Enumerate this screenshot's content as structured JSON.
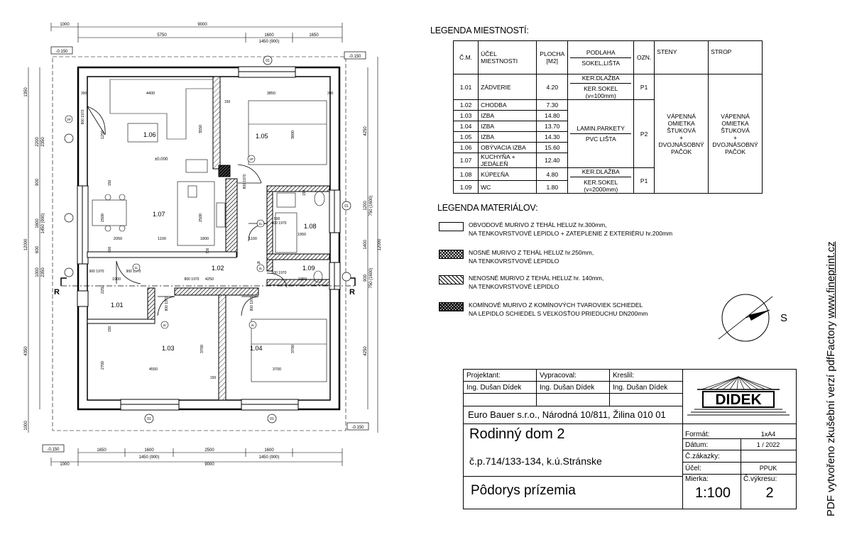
{
  "plan": {
    "top_dims_total": "9000",
    "top_dims_left": "1000",
    "top_dims_parts": [
      "5750",
      "1600",
      "1650"
    ],
    "top_dims_window": "1450 (900)",
    "bottom_dims_parts": [
      "1650",
      "1600",
      "2500",
      "1600"
    ],
    "bottom_dims_window": "1450 (900)",
    "bottom_dims_total": "9000",
    "bottom_dims_left": "1000",
    "left_dims_total": "12000",
    "left_dims_top": "1350",
    "left_dims_parts": [
      "2200",
      "2350",
      "900",
      "1600",
      "1450 (900)",
      "600",
      "1000",
      "2350",
      "4350"
    ],
    "left_dims_bottom": "1000",
    "right_dims_parts": [
      "4250",
      "1200",
      "750 (1600)",
      "1400",
      "900",
      "750 (1600)",
      "4250"
    ],
    "right_dims_total": "12000",
    "levels": [
      "-0.150",
      "-0.150",
      "-0.150",
      "-0.150"
    ],
    "axes": [
      "01",
      "01",
      "01",
      "01"
    ],
    "section_marks": [
      "R",
      "R"
    ],
    "floor_level": "±0.000",
    "rooms": [
      {
        "id": "1.06"
      },
      {
        "id": "1.05"
      },
      {
        "id": "1.07"
      },
      {
        "id": "1.08"
      },
      {
        "id": "1.02"
      },
      {
        "id": "1.09"
      },
      {
        "id": "1.01"
      },
      {
        "id": "1.03"
      },
      {
        "id": "1.04"
      }
    ],
    "inner_dims": [
      "4400",
      "3850",
      "3550",
      "3800",
      "2500",
      "2500",
      "2050",
      "1100",
      "1800",
      "1100",
      "1950",
      "1900",
      "4250",
      "1950",
      "4550",
      "3700",
      "3700",
      "3700",
      "2700",
      "1250",
      "2250"
    ],
    "door_labels": [
      "800 1970",
      "800 1970",
      "800 1970",
      "900 1970",
      "900 1970",
      "600 1970",
      "600 1970",
      "800 1970",
      "800 1970"
    ],
    "door_tags": [
      "2P",
      "2L",
      "2L",
      "1L",
      "1L",
      "2L",
      "2P"
    ],
    "misc_small": [
      "150",
      "150",
      "150",
      "150",
      "150",
      "300",
      "300",
      "600",
      "700",
      "500",
      "4L"
    ]
  },
  "rooms_legend": {
    "title": "LEGENDA MIESTNOSTÍ:",
    "headers": {
      "cm": "Č.M.",
      "ucel": "ÚČEL MIESTNOSTI",
      "plocha": "PLOCHA [M2]",
      "podlaha_top": "PODLAHA",
      "podlaha_bottom": "SOKEL,LIŠTA",
      "ozn": "OZN.",
      "steny": "STENY",
      "strop": "STROP"
    },
    "rows": [
      {
        "cm": "1.01",
        "ucel": "ZÁDVERIE",
        "plocha": "4.20"
      },
      {
        "cm": "1.02",
        "ucel": "CHODBA",
        "plocha": "7.30"
      },
      {
        "cm": "1.03",
        "ucel": "IZBA",
        "plocha": "14.80"
      },
      {
        "cm": "1.04",
        "ucel": "IZBA",
        "plocha": "13.70"
      },
      {
        "cm": "1.05",
        "ucel": "IZBA",
        "plocha": "14.30"
      },
      {
        "cm": "1.06",
        "ucel": "OBÝVACIA IZBA",
        "plocha": "15.60"
      },
      {
        "cm": "1.07",
        "ucel": "KUCHYŇA + JEDÁLEŇ",
        "plocha": "12.40"
      },
      {
        "cm": "1.08",
        "ucel": "KÚPEĽŇA",
        "plocha": "4.80"
      },
      {
        "cm": "1.09",
        "ucel": "WC",
        "plocha": "1.80"
      }
    ],
    "floor_groups": [
      {
        "top": "KER.DLAŽBA",
        "bottom": "KER.SOKEL (v=100mm)",
        "ozn": "P1"
      },
      {
        "top": "LAMIN.PARKETY",
        "bottom": "PVC LIŠTA",
        "ozn": "P2"
      },
      {
        "top": "KER.DLAŽBA",
        "bottom": "KER.SOKEL (v=2000mm)",
        "ozn": "P1"
      }
    ],
    "steny": [
      "VÁPENNÁ",
      "OMIETKA",
      "ŠTUKOVÁ",
      "+",
      "DVOJNÁSOBNÝ",
      "PAČOK"
    ],
    "strop": [
      "VÁPENNÁ",
      "OMIETKA",
      "ŠTUKOVÁ",
      "+",
      "DVOJNÁSOBNÝ",
      "PAČOK"
    ]
  },
  "materials_legend": {
    "title": "LEGENDA MATERIÁLOV:",
    "items": [
      {
        "line1": "OBVODOVÉ MURIVO Z TEHÁL HELUZ hr.300mm,",
        "line2": "NA TENKOVRSTVOVÉ LEPIDLO + ZATEPLENIE Z EXTERIÉRU hr.200mm"
      },
      {
        "line1": "NOSNÉ MURIVO Z TEHÁL HELUZ hr.250mm,",
        "line2": "NA TENKOVRSTVOVÉ LEPIDLO"
      },
      {
        "line1": "NENOSNÉ MURIVO Z TEHÁL HELUZ hr. 140mm,",
        "line2": "NA TENKOVRSTVOVÉ LEPIDLO"
      },
      {
        "line1": "KOMÍNOVÉ MURIVO Z KOMÍNOVÝCH TVAROVIEK SCHIEDEL",
        "line2": "NA LEPIDLO SCHIEDEL S VEĽKOSŤOU PRIEDUCHU DN200mm"
      }
    ]
  },
  "north": {
    "letter": "S"
  },
  "title_block": {
    "projektant_label": "Projektant:",
    "projektant": "Ing. Dušan Dídek",
    "vypracoval_label": "Vypracoval:",
    "vypracoval": "Ing. Dušan Dídek",
    "kreslil_label": "Kreslil:",
    "kreslil": "Ing. Dušan Dídek",
    "company": "Euro Bauer s.r.o., Národná 10/811, Žilina 010 01",
    "project": "Rodinný dom 2",
    "parcel": "č.p.714/133-134, k.ú.Stránske",
    "drawing": "Pôdorys prízemia",
    "logo_text": "DIDEK",
    "format_label": "Formát:",
    "format": "1xA4",
    "datum_label": "Dátum:",
    "datum": "1 / 2022",
    "zakazky_label": "Č.zákazky:",
    "zakazky": "",
    "ucel_label": "Účel:",
    "ucel": "PPUK",
    "mierka_label": "Mierka:",
    "mierka": "1:100",
    "vykresu_label": "Č.výkresu:",
    "vykresu": "2"
  },
  "watermark": {
    "text": "PDF vytvořeno zkušební verzí pdfFactory",
    "link": "www.fineprint.cz"
  }
}
